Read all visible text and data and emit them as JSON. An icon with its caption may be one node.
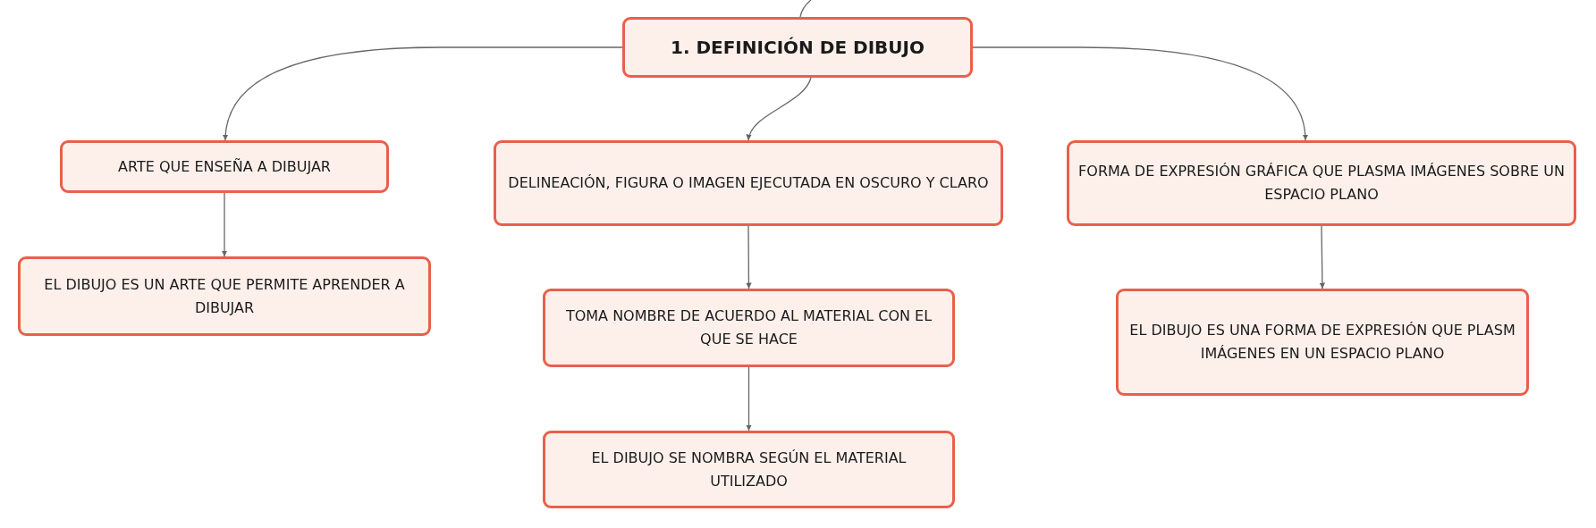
{
  "diagram": {
    "nodes": [
      {
        "text": [
          "1. DEFINICIÓN DE DIBUJO"
        ]
      },
      {
        "text": [
          "ARTE QUE ENSEÑA A DIBUJAR"
        ]
      },
      {
        "text": [
          "EL DIBUJO ES UN ARTE QUE PERMITE APRENDER A DIBUJAR"
        ]
      },
      {
        "text": [
          "DELINEACIÓN, FIGURA O IMAGEN EJECUTADA EN OSCURO Y CLARO"
        ]
      },
      {
        "text": [
          "TOMA NOMBRE DE ACUERDO AL MATERIAL CON EL QUE SE HACE"
        ]
      },
      {
        "text": [
          "EL DIBUJO SE NOMBRA SEGÚN EL MATERIAL UTILIZADO"
        ]
      },
      {
        "text": [
          "FORMA DE EXPRESIÓN GRÁFICA QUE PLASMA IMÁGENES SOBRE UN ESPACIO PLANO"
        ]
      },
      {
        "text": [
          "EL DIBUJO ES UNA FORMA DE EXPRESIÓN QUE PLASM IMÁGENES EN UN ESPACIO PLANO"
        ]
      }
    ],
    "edges": [
      {
        "from": null,
        "to": 0,
        "arrow": "none"
      },
      {
        "from": 0,
        "to": 1,
        "arrow": "to"
      },
      {
        "from": 0,
        "to": 3,
        "arrow": "to"
      },
      {
        "from": 0,
        "to": 6,
        "arrow": "to"
      },
      {
        "from": 1,
        "to": 2,
        "arrow": "to"
      },
      {
        "from": 3,
        "to": 4,
        "arrow": "to"
      },
      {
        "from": 4,
        "to": 5,
        "arrow": "to"
      },
      {
        "from": 6,
        "to": 7,
        "arrow": "to"
      }
    ]
  }
}
